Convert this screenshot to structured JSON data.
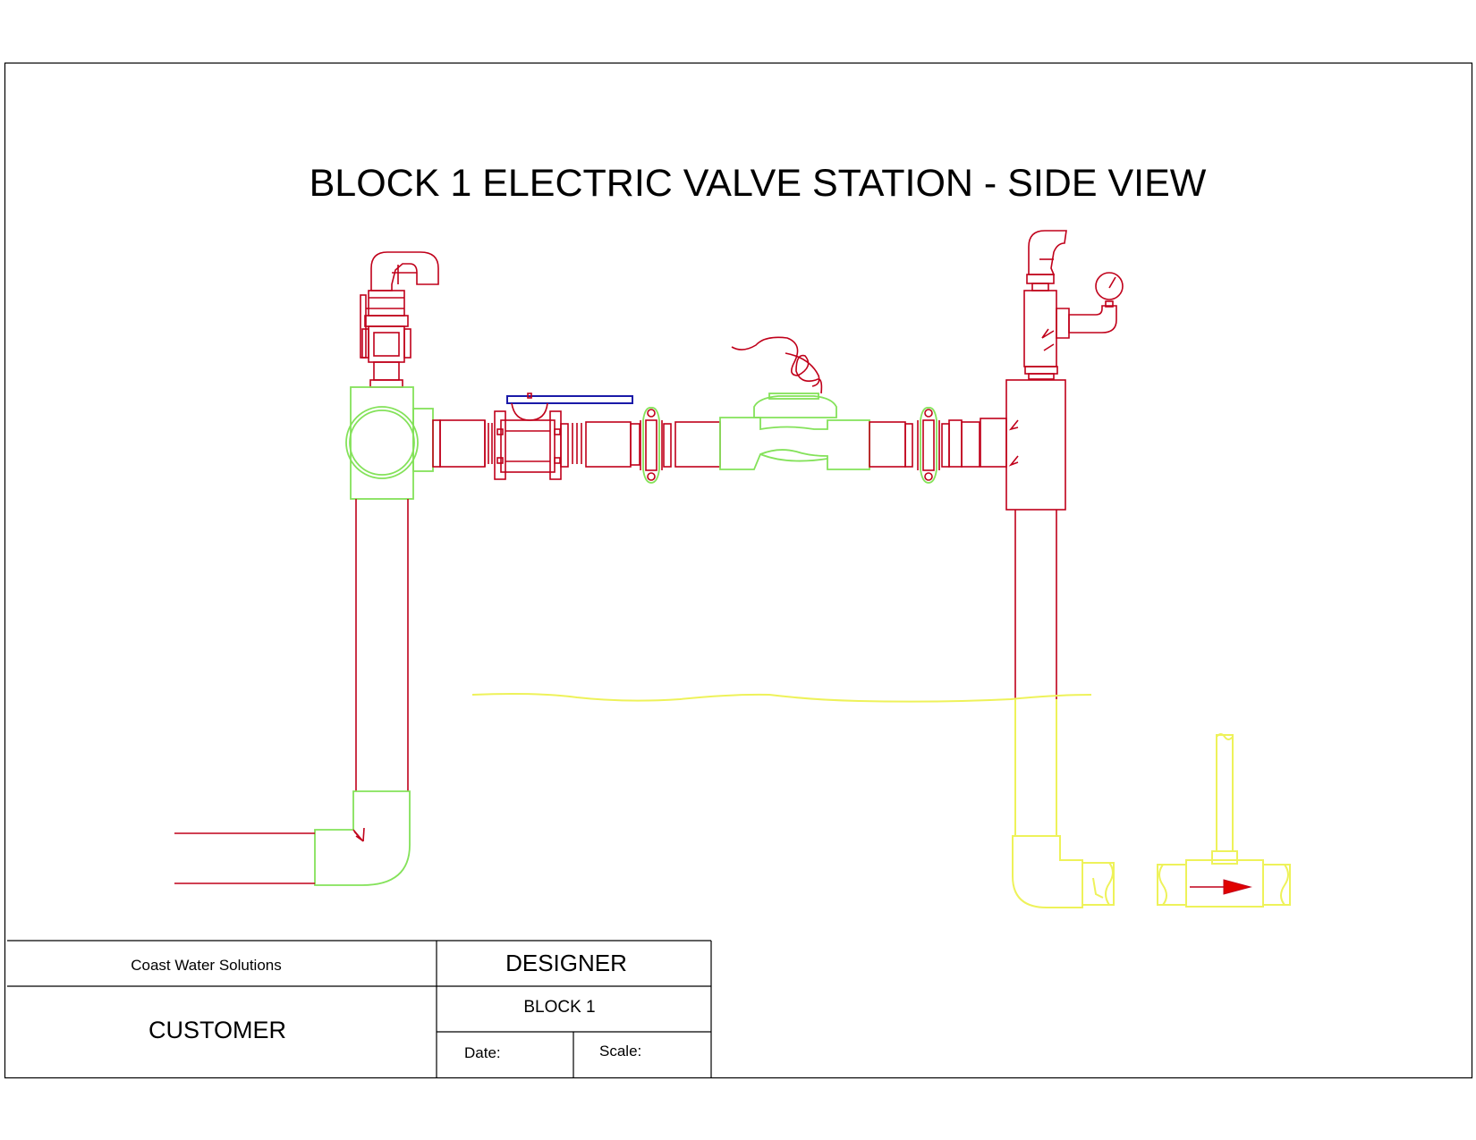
{
  "title": "BLOCK 1 ELECTRIC VALVE STATION - SIDE VIEW",
  "title_block": {
    "company": "Coast Water Solutions",
    "designer": "DESIGNER",
    "customer": "CUSTOMER",
    "block": "BLOCK 1",
    "date_label": "Date:",
    "scale_label": "Scale:"
  },
  "colors": {
    "pipe": "#c0001a",
    "fitting": "#84e25a",
    "buried": "#eef25a",
    "handle": "#1a1aa8"
  }
}
